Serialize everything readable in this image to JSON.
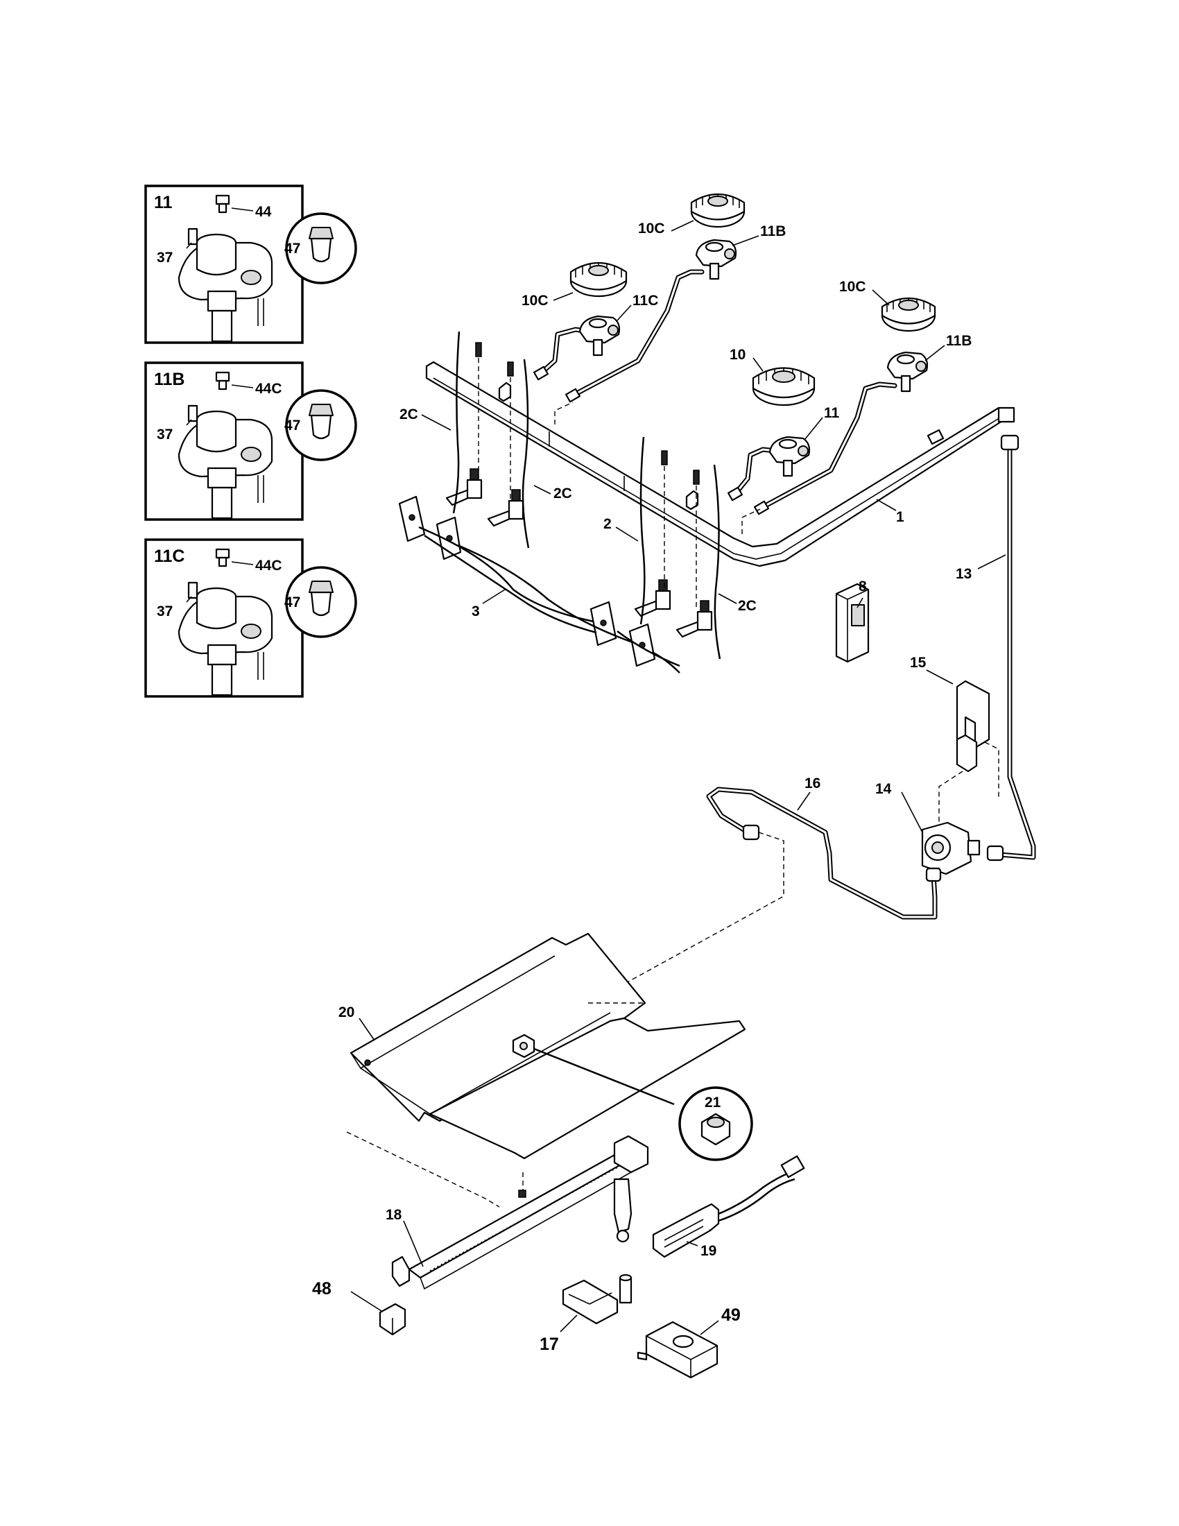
{
  "insets": [
    {
      "title": "11",
      "screw_top": "44",
      "screw_side": "37",
      "orifice": "47"
    },
    {
      "title": "11B",
      "screw_top": "44C",
      "screw_side": "37",
      "orifice": "47"
    },
    {
      "title": "11C",
      "screw_top": "44C",
      "screw_side": "37",
      "orifice": "47"
    }
  ],
  "callouts": {
    "c1": "1",
    "c2": "2",
    "c2c_a": "2C",
    "c2c_b": "2C",
    "c2c_c": "2C",
    "c3": "3",
    "c8": "8",
    "c10": "10",
    "c10c_a": "10C",
    "c10c_b": "10C",
    "c10c_c": "10C",
    "c11": "11",
    "c11b_a": "11B",
    "c11b_b": "11B",
    "c11c": "11C",
    "c13": "13",
    "c14": "14",
    "c15": "15",
    "c16": "16",
    "c17": "17",
    "c18": "18",
    "c19": "19",
    "c20": "20",
    "c21": "21",
    "c48": "48",
    "c49": "49"
  }
}
